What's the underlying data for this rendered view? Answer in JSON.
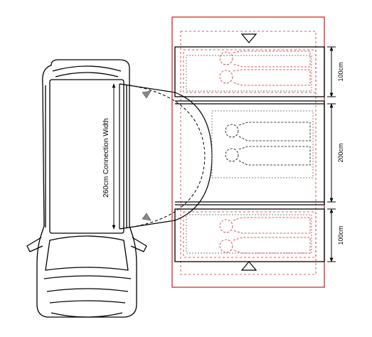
{
  "diagram": {
    "connection_label": "260cm Connection Width",
    "dimensions": {
      "top_bedroom": "100cm",
      "middle_living": "200cm",
      "bottom_bedroom": "100cm"
    },
    "colors": {
      "line": "#000000",
      "footprint_red": "#d42a2a",
      "dashed_grey": "#555555"
    }
  }
}
